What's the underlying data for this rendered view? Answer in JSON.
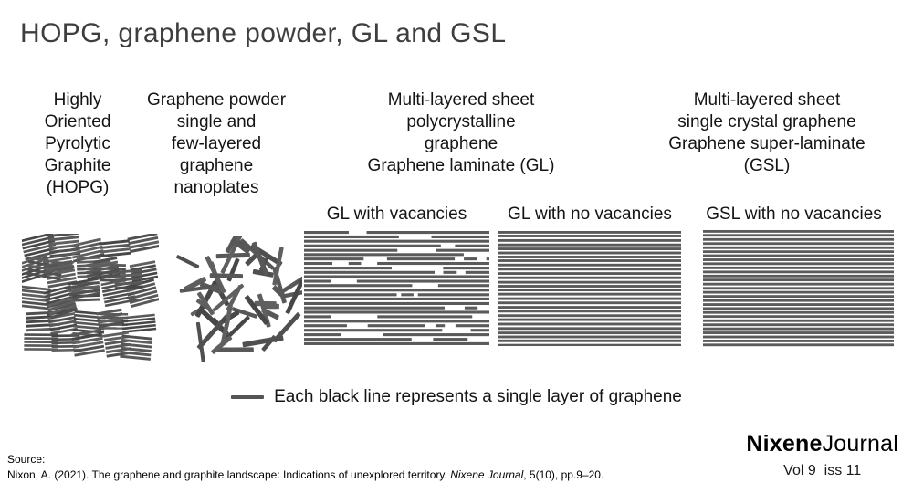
{
  "title": "HOPG, graphene powder, GL and GSL",
  "columns": [
    {
      "label": "Highly\nOriented\nPyrolytic\nGraphite\n(HOPG)"
    },
    {
      "label": "Graphene powder\nsingle and\nfew-layered\ngraphene\nnanoplates"
    },
    {
      "label": "Multi-layered sheet\npolycrystalline\ngraphene\nGraphene laminate (GL)"
    },
    {
      "label": "Multi-layered sheet\nsingle crystal graphene\nGraphene super-laminate\n(GSL)"
    }
  ],
  "panel_labels": [
    {
      "label": "GL with vacancies"
    },
    {
      "label": "GL with no vacancies"
    },
    {
      "label": "GSL with no vacancies"
    }
  ],
  "legend": {
    "text": "Each black line represents a single layer of graphene"
  },
  "footer": {
    "source_label": "Source:",
    "citation_prefix": "Nixon, A. (2021). The graphene and graphite landscape: Indications of unexplored territory. ",
    "citation_journal": "Nixene Journal",
    "citation_suffix": ", 5(10), pp.9–20.",
    "logo_bold": "Nixene",
    "logo_regular": "Journal",
    "volume": "Vol 9  iss 11"
  },
  "colors": {
    "title": "#3e3e3e",
    "text": "#141414",
    "graphene_line": "#5a5a5a",
    "hopg_flake": "#4d4d4d",
    "legend_line": "#555555",
    "background": "#ffffff"
  },
  "graphics": {
    "seed": 42,
    "hopg": {
      "style": "tilted-flake-stacks",
      "grid": 5,
      "extra_flakes": 8
    },
    "powder": {
      "style": "scattered-rods",
      "rod_count": 52
    },
    "gl_vacancies": {
      "style": "lines-with-vacancies",
      "rows": 26
    },
    "gl_no_vacancies": {
      "style": "lines-continuous",
      "rows": 28,
      "jitter": 1.0
    },
    "gsl_no_vacancies": {
      "style": "lines-continuous",
      "rows": 29,
      "jitter": 0.3
    }
  }
}
